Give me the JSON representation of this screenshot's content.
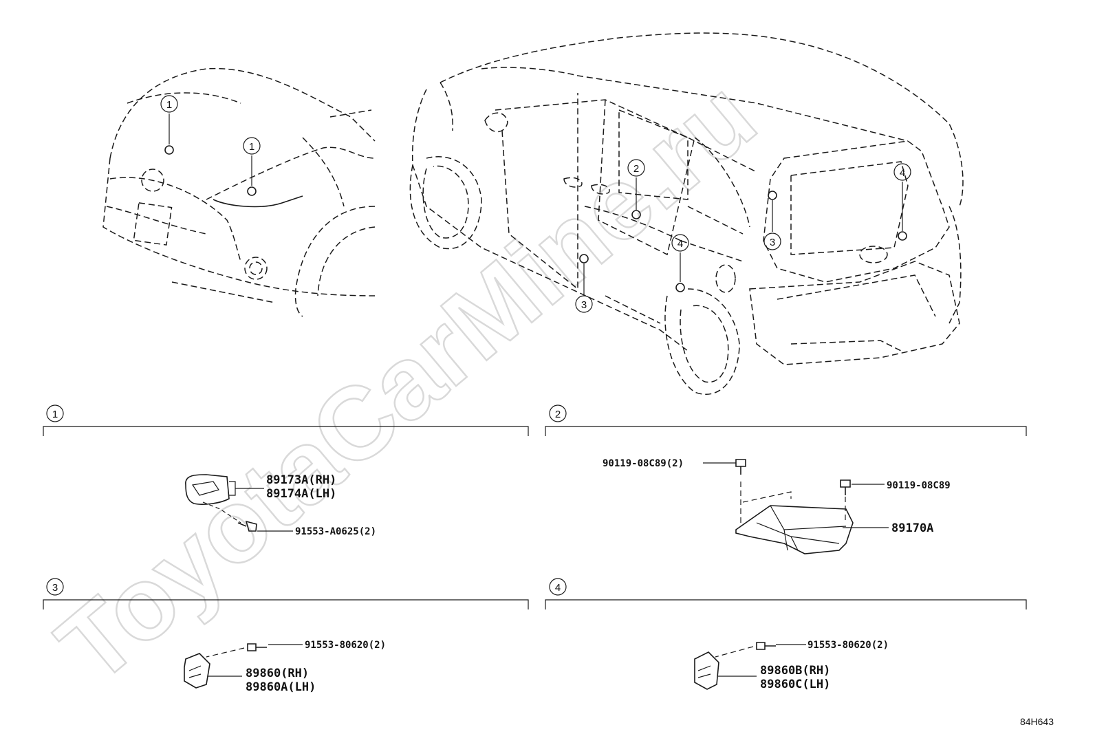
{
  "watermark": "ToyotaCarMine.ru",
  "diagram_code": "84H643",
  "callout_numbers": {
    "one": "1",
    "two": "2",
    "three": "3",
    "four": "4"
  },
  "sections": [
    {
      "number": "1",
      "parts": [
        {
          "label_line1": "89173A(RH)",
          "label_line2": "89174A(LH)"
        },
        {
          "label": "91553-A0625(2)"
        }
      ]
    },
    {
      "number": "2",
      "parts": [
        {
          "label": "90119-08C89(2)"
        },
        {
          "label": "90119-08C89"
        },
        {
          "label": "89170A"
        }
      ]
    },
    {
      "number": "3",
      "parts": [
        {
          "label": "91553-80620(2)"
        },
        {
          "label_line1": "89860(RH)",
          "label_line2": "89860A(LH)"
        }
      ]
    },
    {
      "number": "4",
      "parts": [
        {
          "label": "91553-80620(2)"
        },
        {
          "label_line1": "89860B(RH)",
          "label_line2": "89860C(LH)"
        }
      ]
    }
  ]
}
